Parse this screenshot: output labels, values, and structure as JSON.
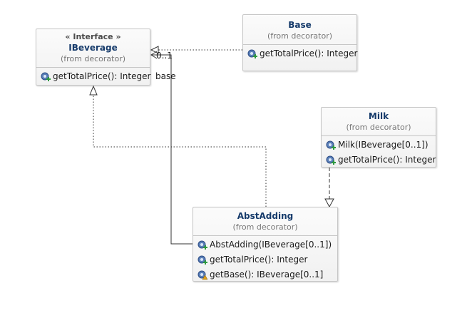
{
  "classes": {
    "ibeverage": {
      "stereotype": "« Interface »",
      "name": "IBeverage",
      "package": "(from decorator)",
      "operations": [
        "getTotalPrice(): Integer"
      ]
    },
    "base": {
      "name": "Base",
      "package": "(from decorator)",
      "operations": [
        "getTotalPrice(): Integer"
      ]
    },
    "milk": {
      "name": "Milk",
      "package": "(from decorator)",
      "operations": [
        "Milk(IBeverage[0..1])",
        "getTotalPrice(): Integer"
      ]
    },
    "abstadding": {
      "name": "AbstAdding",
      "package": "(from decorator)",
      "operations": [
        "AbstAdding(IBeverage[0..1])",
        "getTotalPrice(): Integer",
        "getBase(): IBeverage[0..1]"
      ]
    }
  },
  "edges": {
    "association_role": "base",
    "association_multiplicity": "0..1"
  },
  "colors": {
    "class_name": "#163b6b",
    "border": "#c6c6c6",
    "line": "#333333"
  }
}
